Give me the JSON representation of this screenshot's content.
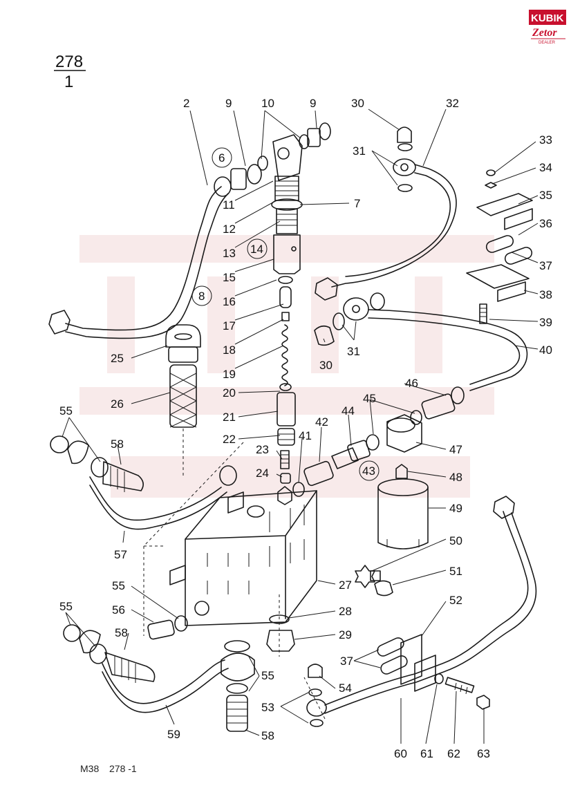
{
  "header": {
    "title_number": "278",
    "title_sub": "1"
  },
  "logo": {
    "brand": "KUBIK",
    "sub": "Zetor",
    "tag": "DEALER",
    "accent_color": "#c8102e"
  },
  "labels": {
    "l2": "2",
    "l9a": "9",
    "l10": "10",
    "l9b": "9",
    "l30a": "30",
    "l32": "32",
    "l6": "6",
    "l31a": "31",
    "l33": "33",
    "l34": "34",
    "l35": "35",
    "l36": "36",
    "l37a": "37",
    "l11": "11",
    "l7": "7",
    "l12": "12",
    "l13": "13",
    "l14": "14",
    "l15": "15",
    "l16": "16",
    "l8": "8",
    "l17": "17",
    "l38": "38",
    "l39": "39",
    "l18": "18",
    "l40": "40",
    "l25": "25",
    "l19": "19",
    "l30b": "30",
    "l31b": "31",
    "l26": "26",
    "l20": "20",
    "l46": "46",
    "l21": "21",
    "l45": "45",
    "l44": "44",
    "l55a": "55",
    "l22": "22",
    "l42": "42",
    "l41": "41",
    "l58a": "58",
    "l23": "23",
    "l47": "47",
    "l43": "43",
    "l24": "24",
    "l48": "48",
    "l49": "49",
    "l57": "57",
    "l50": "50",
    "l51": "51",
    "l27": "27",
    "l55b": "55",
    "l55c": "55",
    "l56": "56",
    "l28": "28",
    "l52": "52",
    "l58b": "58",
    "l29": "29",
    "l37b": "37",
    "l55d": "55",
    "l54": "54",
    "l53": "53",
    "l59": "59",
    "l58c": "58",
    "l60": "60",
    "l61": "61",
    "l62": "62",
    "l63": "63"
  },
  "footer": {
    "code": "M38",
    "ref": "278 -1"
  }
}
